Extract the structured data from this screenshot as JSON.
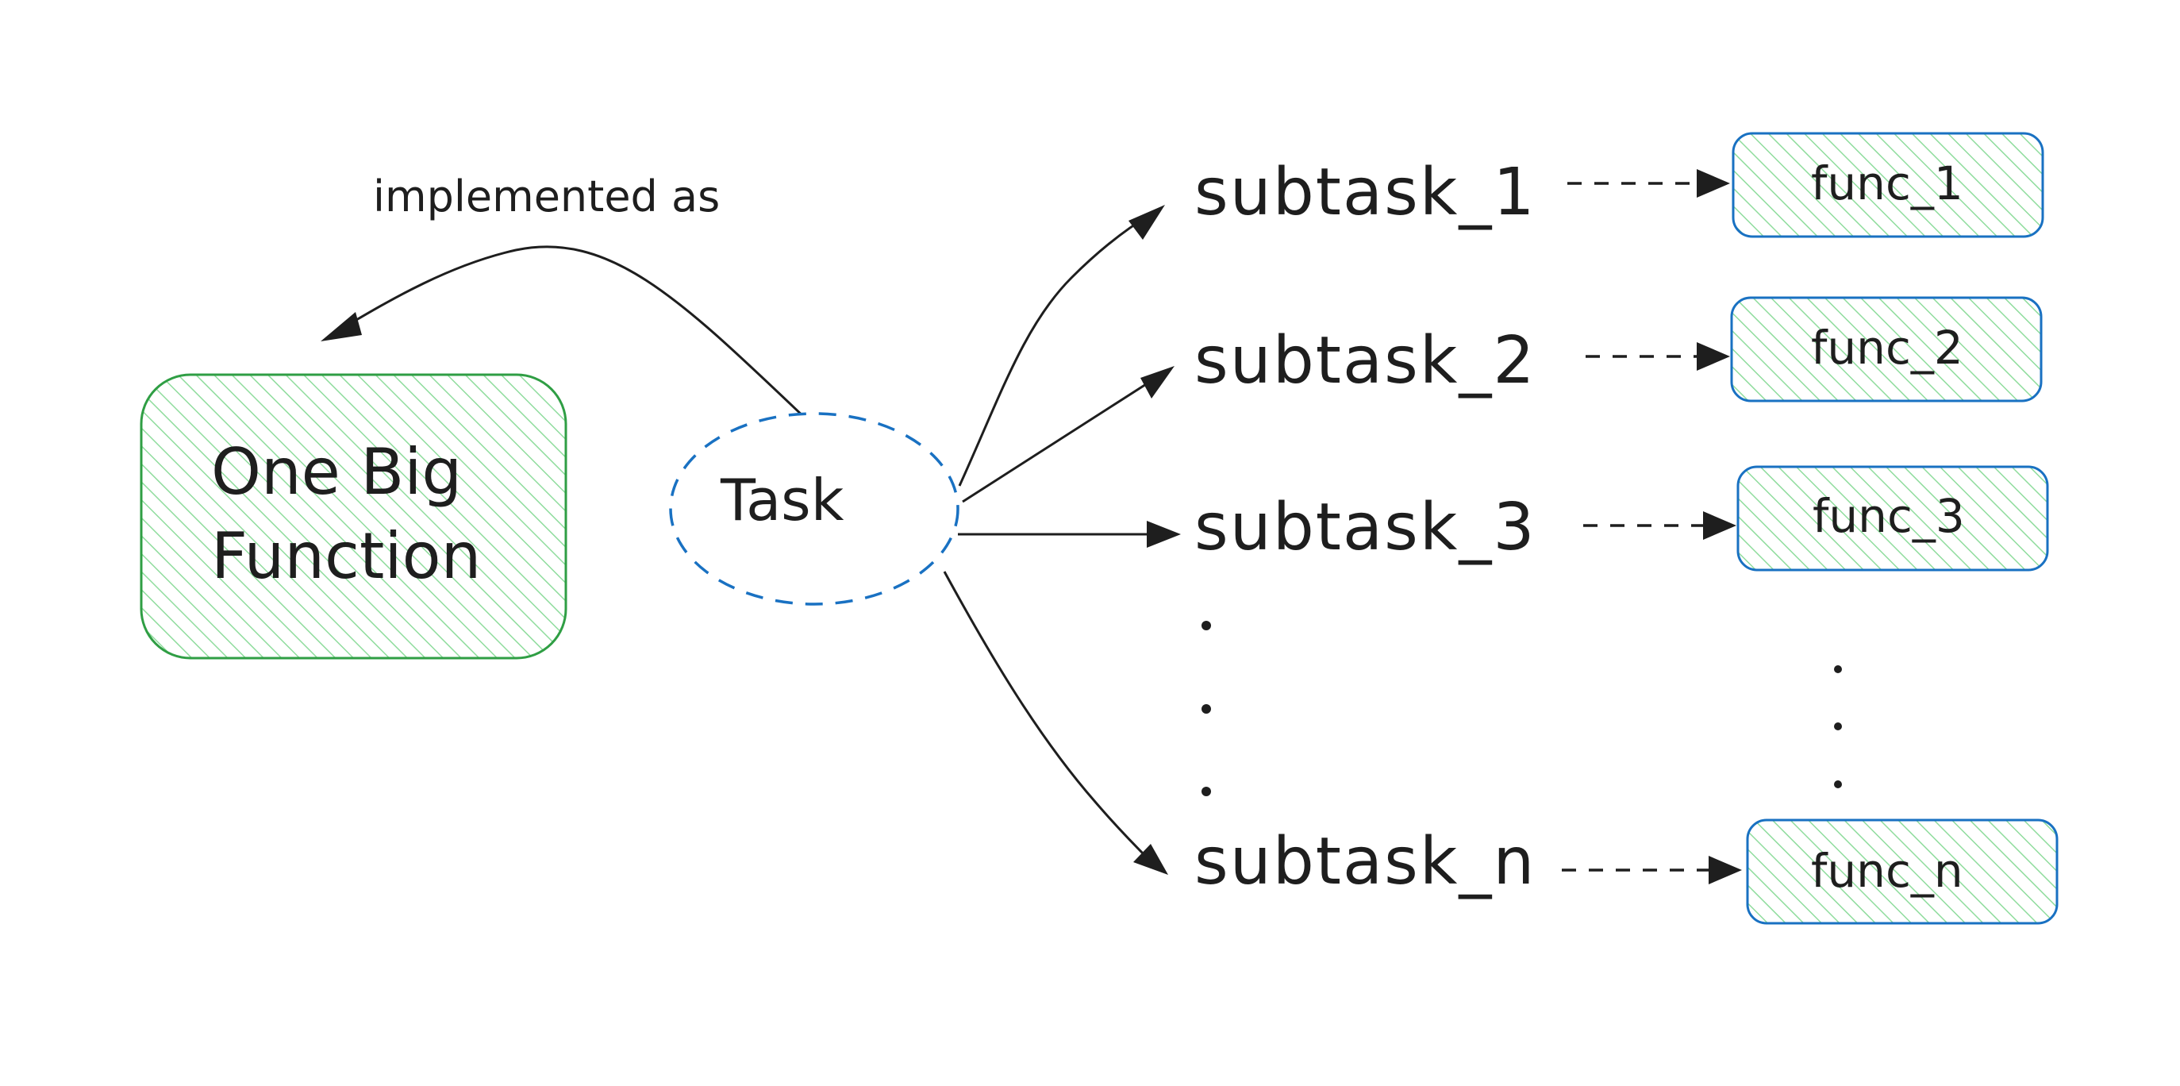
{
  "big_box": {
    "line1": "One Big",
    "line2": "Function",
    "stroke": "#2f9e44",
    "hatch": "#b2f2bb"
  },
  "task": {
    "label": "Task",
    "stroke": "#1971c2"
  },
  "note": {
    "label": "implemented as"
  },
  "subtasks": [
    {
      "label": "subtask_1",
      "func": "func_1"
    },
    {
      "label": "subtask_2",
      "func": "func_2"
    },
    {
      "label": "subtask_3",
      "func": "func_3"
    },
    {
      "label": "subtask_n",
      "func": "func_n"
    }
  ],
  "func_style": {
    "stroke": "#1971c2",
    "hatch": "#b2f2bb"
  }
}
